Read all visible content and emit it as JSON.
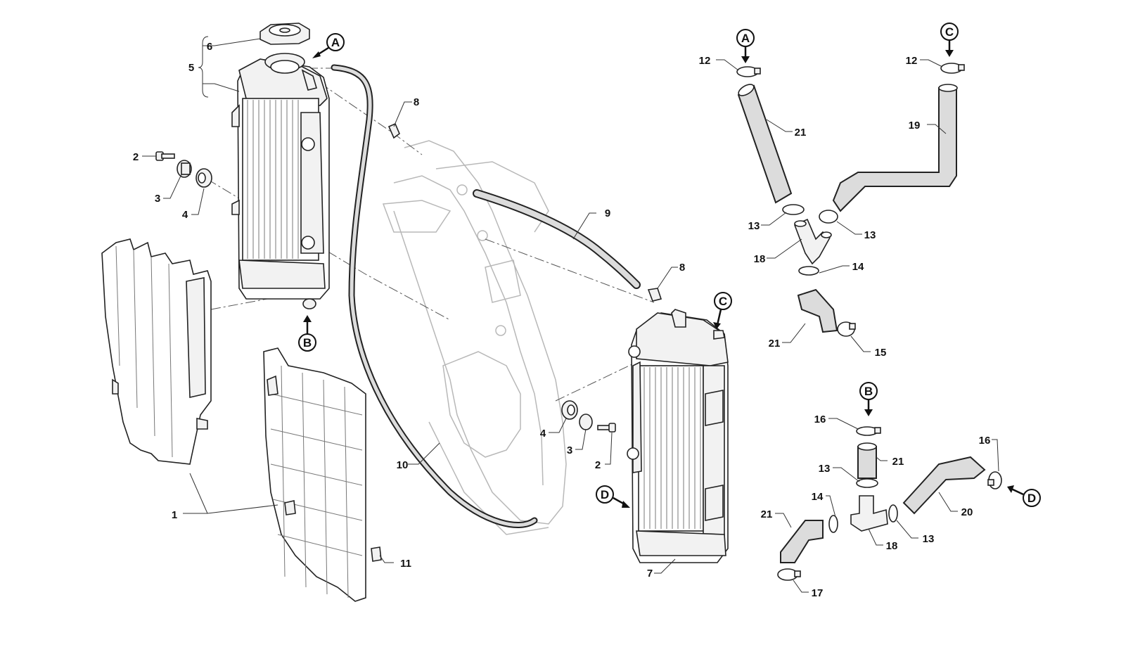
{
  "callouts": {
    "c1": "1",
    "c2a": "2",
    "c2b": "2",
    "c3a": "3",
    "c3b": "3",
    "c4a": "4",
    "c4b": "4",
    "c5": "5",
    "c6": "6",
    "c7": "7",
    "c8a": "8",
    "c8b": "8",
    "c9": "9",
    "c10": "10",
    "c11": "11",
    "c12a": "12",
    "c12b": "12",
    "c13a": "13",
    "c13b": "13",
    "c13c": "13",
    "c13d": "13",
    "c14a": "14",
    "c14b": "14",
    "c15": "15",
    "c16a": "16",
    "c16b": "16",
    "c17": "17",
    "c18a": "18",
    "c18b": "18",
    "c19": "19",
    "c20": "20",
    "c21a": "21",
    "c21b": "21",
    "c21c": "21",
    "c21d": "21"
  },
  "connectors": {
    "A": "A",
    "B": "B",
    "C": "C",
    "D": "D"
  }
}
